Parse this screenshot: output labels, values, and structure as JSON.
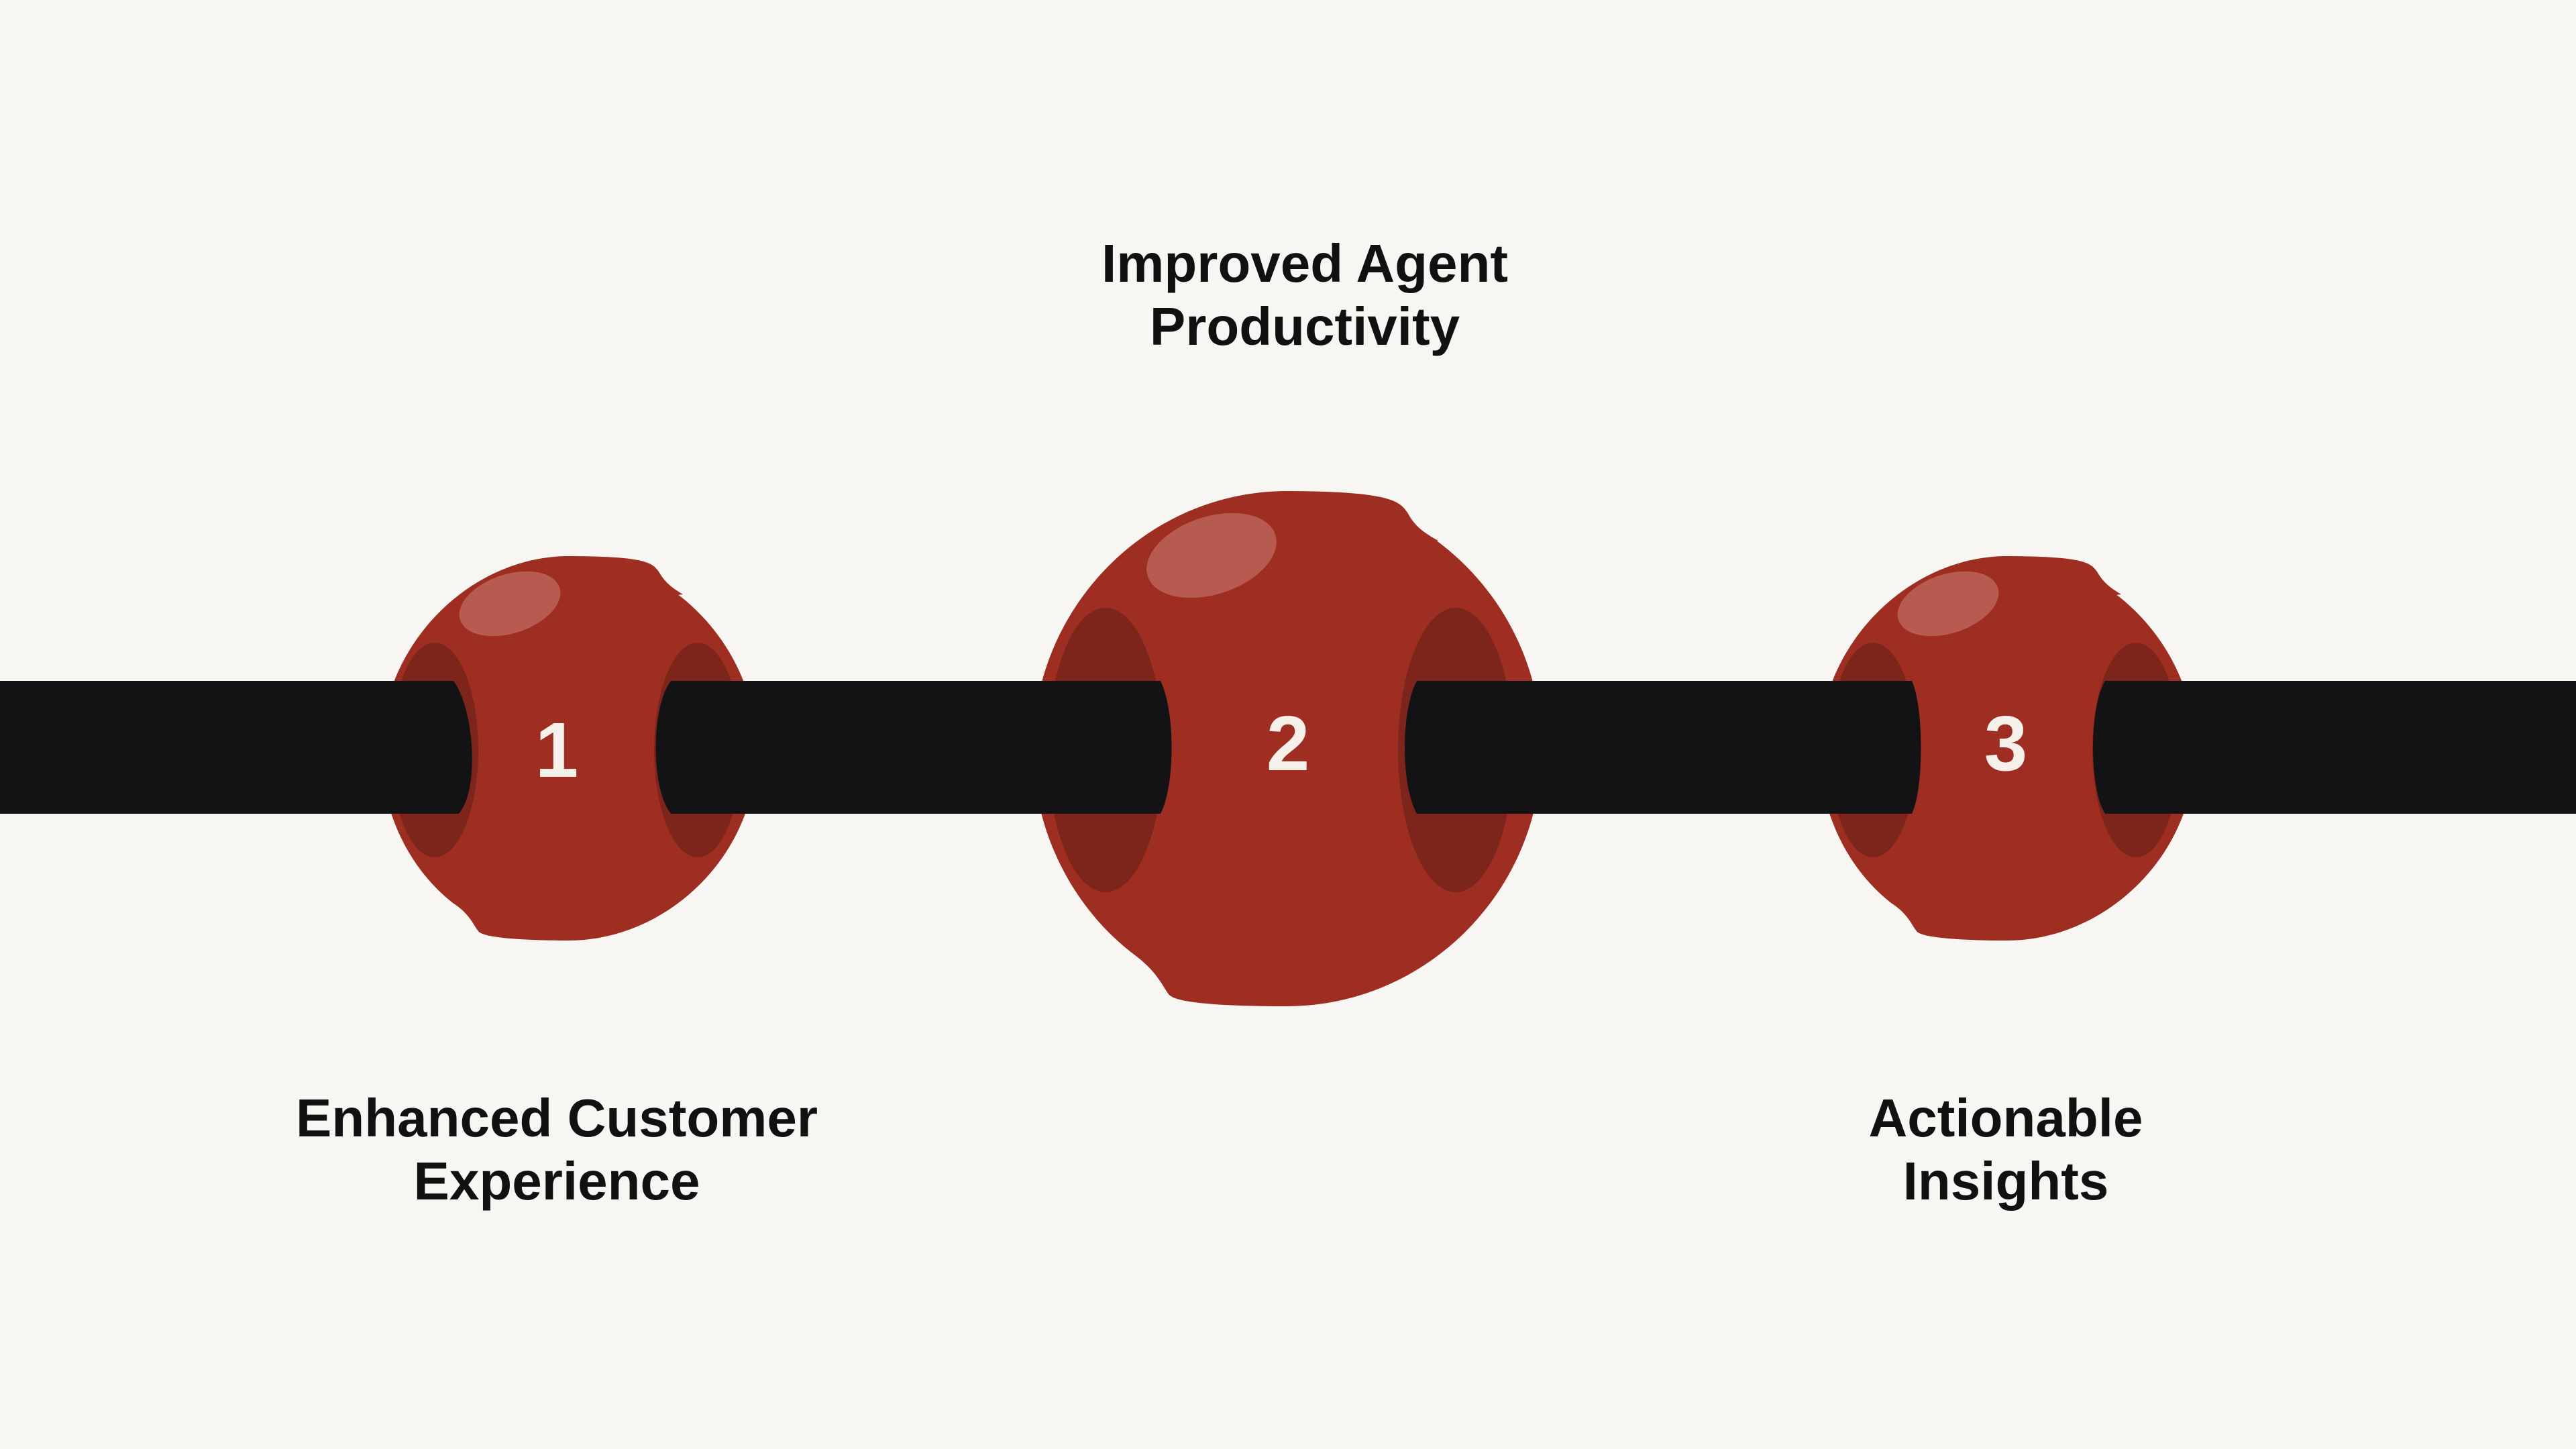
{
  "diagram": {
    "colors": {
      "background": "#f8f6f3",
      "bead": "#9e2e22",
      "bead_hole": "#7d241b",
      "bead_highlight": "#b75b50",
      "string": "#131315",
      "number_text": "#f6f0ea",
      "label_text": "#111111"
    },
    "beads": [
      {
        "number": "1",
        "label_line1": "Enhanced Customer",
        "label_line2": "Experience"
      },
      {
        "number": "2",
        "label_line1": "Improved Agent",
        "label_line2": "Productivity"
      },
      {
        "number": "3",
        "label_line1": "Actionable",
        "label_line2": "Insights"
      }
    ]
  }
}
